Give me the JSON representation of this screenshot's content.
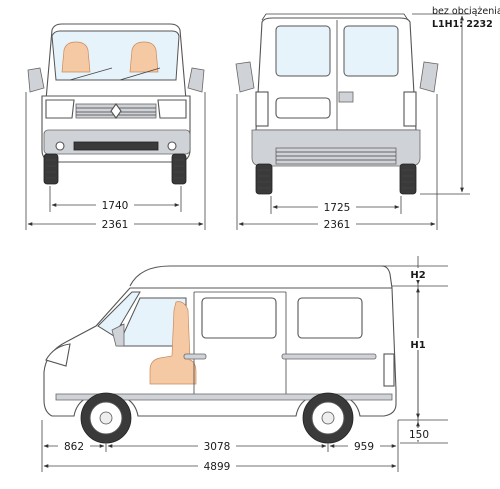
{
  "front_view": {
    "track_width": "1740",
    "overall_width": "2361"
  },
  "rear_view": {
    "track_width": "1725",
    "overall_width": "2361",
    "height_note_line1": "bez obciążenia",
    "height_note_line2": "L1H1: 2232"
  },
  "side_view": {
    "front_overhang": "862",
    "wheelbase": "3078",
    "rear_overhang": "959",
    "overall_length": "4899",
    "h2_label": "H2",
    "h1_label": "H1",
    "ground_clearance": "150"
  },
  "colors": {
    "outline": "#555555",
    "glass": "#e6f3fb",
    "seat": "#f6c9a5"
  }
}
